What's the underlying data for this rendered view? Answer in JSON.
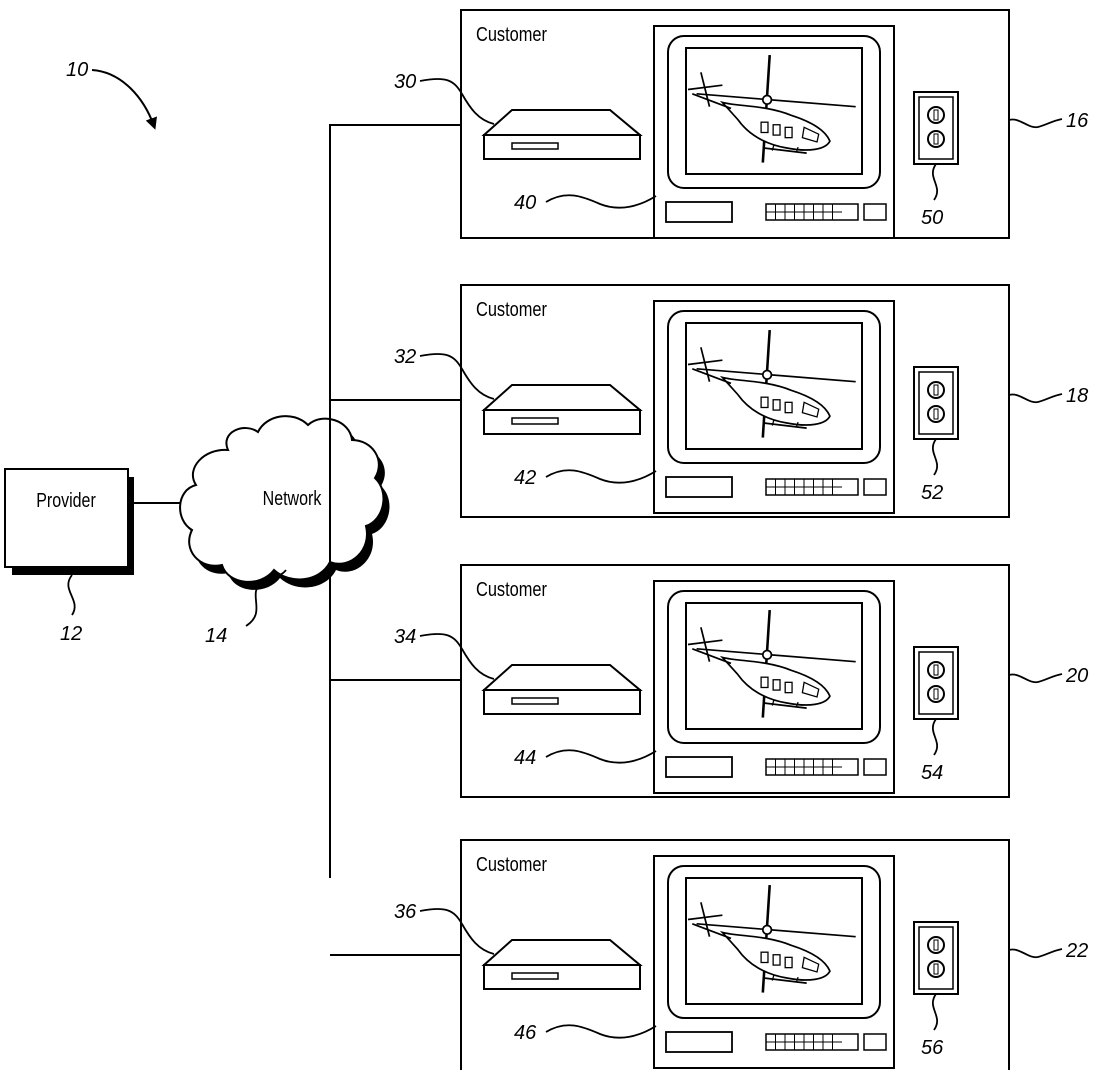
{
  "figure_ref": "10",
  "provider": {
    "label": "Provider",
    "ref": "12"
  },
  "network": {
    "label": "Network",
    "ref": "14"
  },
  "customers": [
    {
      "label": "Customer",
      "site_ref": "16",
      "device_ref": "30",
      "display_ref": "40",
      "outlet_ref": "50"
    },
    {
      "label": "Customer",
      "site_ref": "18",
      "device_ref": "32",
      "display_ref": "42",
      "outlet_ref": "52"
    },
    {
      "label": "Customer",
      "site_ref": "20",
      "device_ref": "34",
      "display_ref": "44",
      "outlet_ref": "54"
    },
    {
      "label": "Customer",
      "site_ref": "22",
      "device_ref": "36",
      "display_ref": "46",
      "outlet_ref": "56"
    }
  ]
}
